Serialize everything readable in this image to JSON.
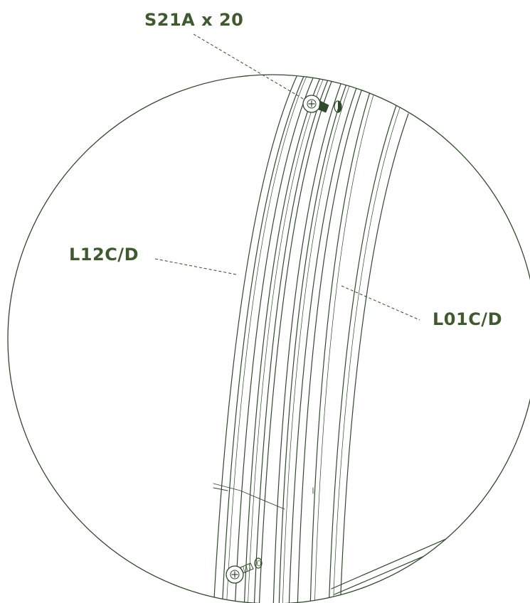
{
  "labels": {
    "screw": "S21A x 20",
    "left_profile": "L12C/D",
    "right_profile": "L01C/D"
  },
  "colors": {
    "line": "#2f4a2a",
    "label": "#3f5a2e",
    "background": "#ffffff"
  }
}
